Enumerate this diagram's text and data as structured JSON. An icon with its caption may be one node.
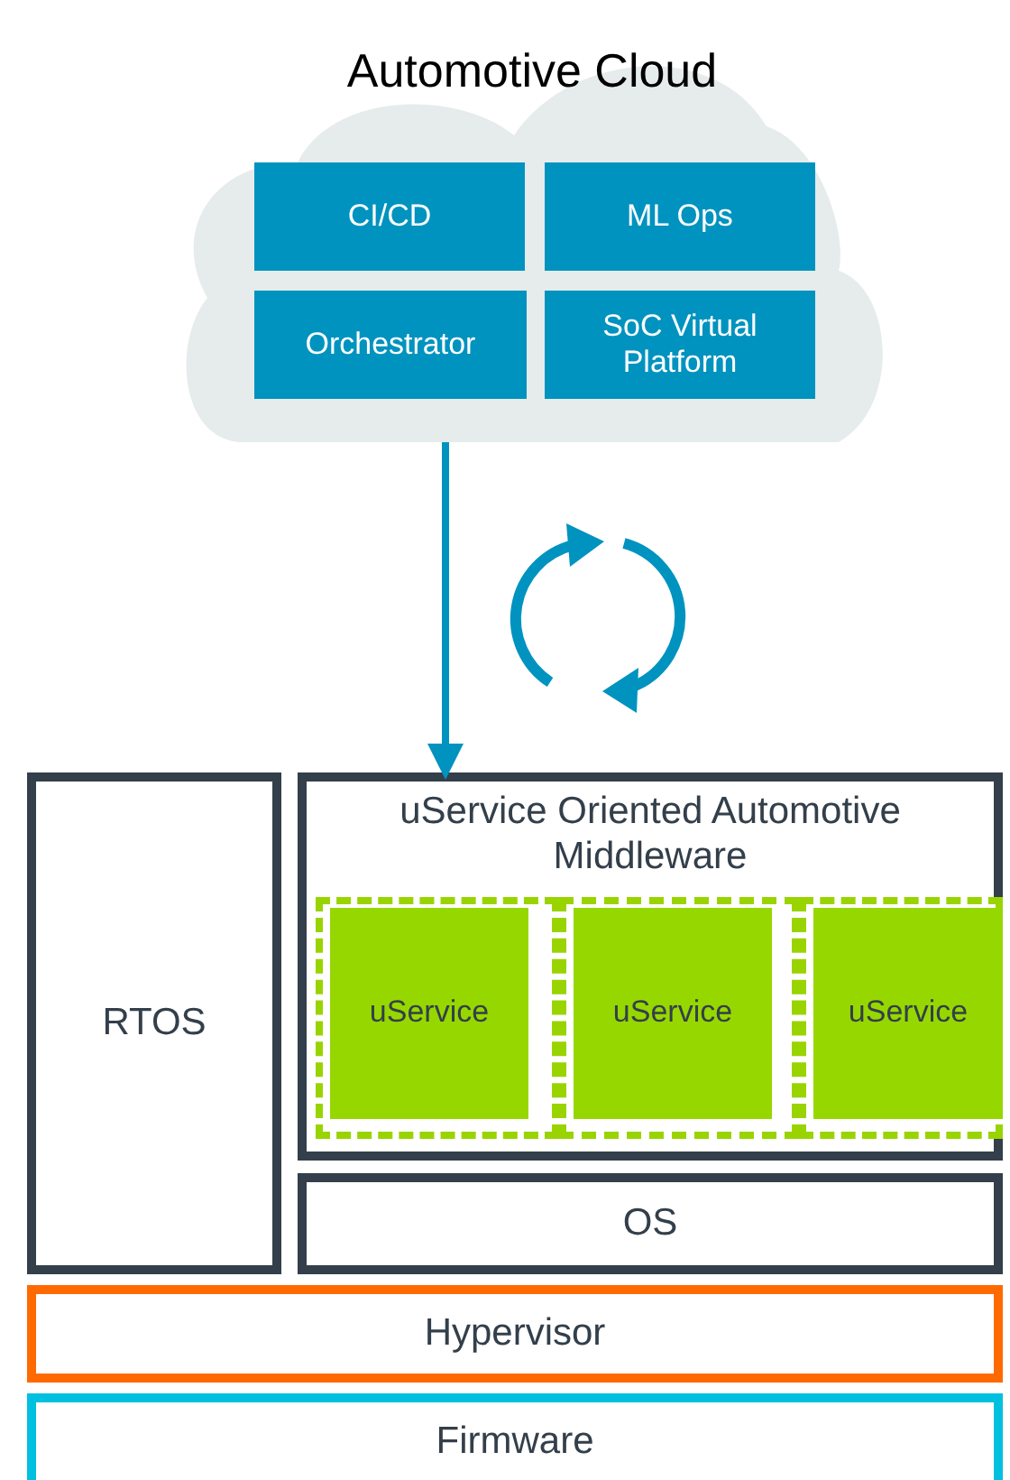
{
  "diagram": {
    "nodes": [
      {
        "text": [
          "Automotive Cloud"
        ]
      },
      {
        "text": [
          "CI/CD"
        ],
        "in": 0
      },
      {
        "text": [
          "ML Ops"
        ],
        "in": 0
      },
      {
        "text": [
          "Orchestrator"
        ],
        "in": 0
      },
      {
        "text": [
          "SoC Virtual Platform"
        ],
        "in": 0
      },
      {
        "text": [
          "RTOS"
        ]
      },
      {
        "text": [
          "uService Oriented Automotive Middleware"
        ]
      },
      {
        "text": [],
        "shape": "box",
        "in": 6
      },
      {
        "text": [
          "uService"
        ],
        "in": 7
      },
      {
        "text": [],
        "shape": "box",
        "in": 6
      },
      {
        "text": [
          "uService"
        ],
        "in": 9
      },
      {
        "text": [],
        "shape": "box",
        "in": 6
      },
      {
        "text": [
          "uService"
        ],
        "in": 11
      },
      {
        "text": [
          "OS"
        ]
      },
      {
        "text": [
          "Hypervisor"
        ]
      },
      {
        "text": [
          "Firmware"
        ]
      }
    ],
    "edges": [
      {
        "from": 0,
        "to": 6,
        "arrow": "to"
      }
    ]
  }
}
